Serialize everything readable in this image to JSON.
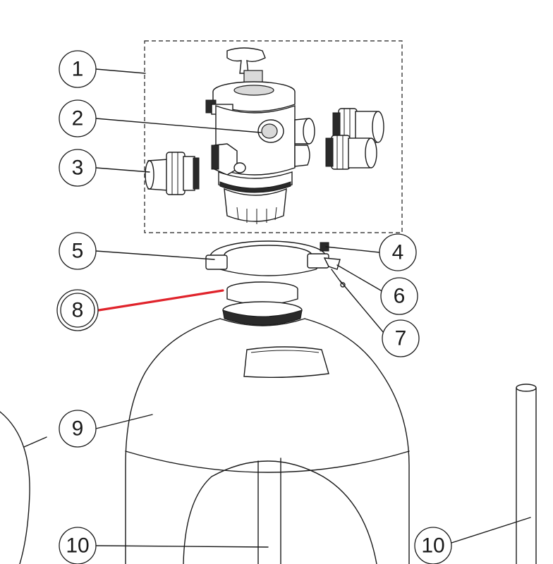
{
  "callouts": {
    "c1": "1",
    "c2": "2",
    "c3": "3",
    "c4": "4",
    "c5": "5",
    "c6": "6",
    "c7": "7",
    "c8": "8",
    "c9": "9",
    "c10a": "10",
    "c10b": "10"
  },
  "colors": {
    "highlight": "#e0232b",
    "ink": "#1a1a1a"
  },
  "highlighted_part": "8"
}
